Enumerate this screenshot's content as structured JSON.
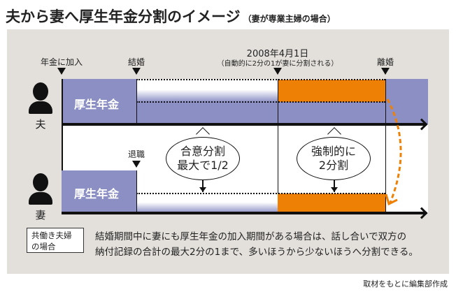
{
  "title": "夫から妻へ厚生年金分割のイメージ",
  "subtitle": "（妻が専業主婦の場合）",
  "timeline": {
    "join": "年金に加入",
    "marriage": "結婚",
    "date": "2008年4月1日",
    "date_note": "（自動的に2分の1が妻に分割される）",
    "divorce": "離婚",
    "retire": "退職"
  },
  "husband": {
    "label": "夫",
    "bar": "厚生年金"
  },
  "wife": {
    "label": "妻",
    "bar": "厚生年金"
  },
  "bubbles": [
    {
      "line1": "合意分割",
      "line2": "最大で1/2"
    },
    {
      "line1": "強制的に",
      "line2": "2分割"
    }
  ],
  "note": {
    "label_line1": "共働き夫婦",
    "label_line2": "の場合",
    "text_line1": "結婚期間中に妻にも厚生年金の加入期間がある場合は、話し合いで双方の",
    "text_line2": "納付記録の合計の最大2分の1まで、多いほうから少ないほうへ分割できる。"
  },
  "source": "取材をもとに編集部作成",
  "colors": {
    "pension": "#8b8fc4",
    "split": "#ee8105",
    "panel": "#e3e0dc"
  }
}
